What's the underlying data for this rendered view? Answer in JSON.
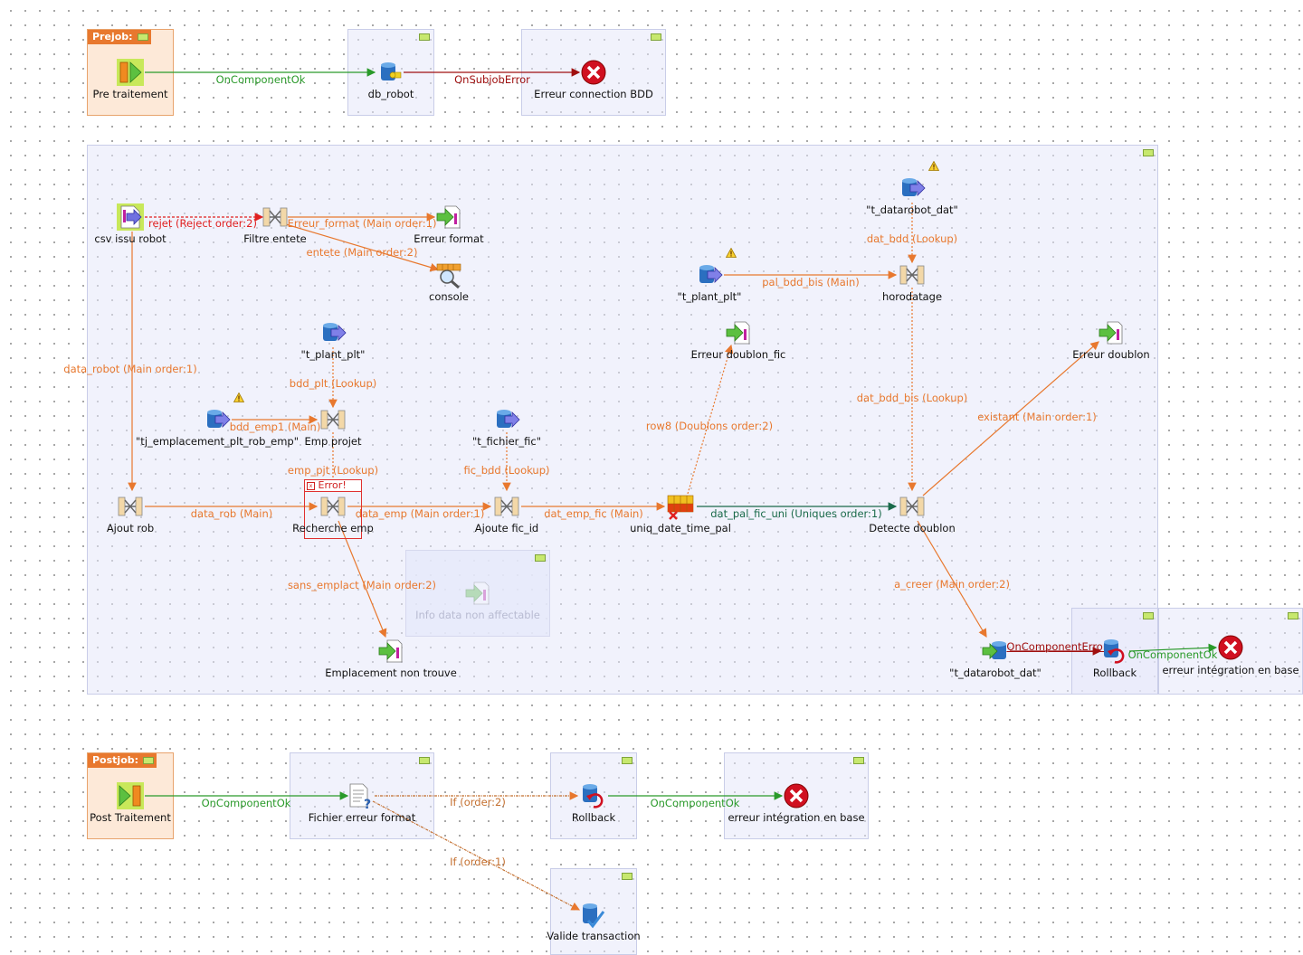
{
  "subjobs": {
    "prejob_title": "Prejob:",
    "postjob_title": "Postjob:"
  },
  "components": {
    "pre_traitement": "Pre traitement",
    "db_robot": "db_robot",
    "erreur_connection_bdd": "Erreur connection BDD",
    "csv_issu_robot": "csv issu robot",
    "filtre_entete": "Filtre entete",
    "erreur_format": "Erreur format",
    "console": "console",
    "t_datarobot_dat_top": "\"t_datarobot_dat\"",
    "t_plant_plt_right": "\"t_plant_plt\"",
    "horodatage": "horodatage",
    "erreur_doublon_fic": "Erreur doublon_fic",
    "erreur_doublon": "Erreur doublon",
    "t_plant_plt_left": "\"t_plant_plt\"",
    "tj_emplacement": "\"tj_emplacement_plt_rob_emp\"",
    "emp_projet": "Emp projet",
    "t_fichier_fic": "\"t_fichier_fic\"",
    "ajout_rob": "Ajout rob",
    "recherche_emp": "Recherche emp",
    "ajoute_fic_id": "Ajoute fic_id",
    "uniq_date_time_pal": "uniq_date_time_pal",
    "detecte_doublon": "Detecte doublon",
    "info_data_non_affectable": "Info data non affectable",
    "emplacement_non_trouve": "Emplacement non trouve",
    "t_datarobot_dat_bottom": "\"t_datarobot_dat\"",
    "rollback_main": "Rollback",
    "erreur_integration_main": "erreur intégration en base",
    "post_traitement": "Post Traitement",
    "fichier_erreur_format": "Fichier erreur format",
    "rollback_post": "Rollback",
    "erreur_integration_post": "erreur intégration en base",
    "valide_transaction": "Valide transaction"
  },
  "links": {
    "pre_ok": "OnComponentOk",
    "db_error": "OnSubjobError",
    "rejet": "rejet (Reject order:2)",
    "erreur_format_main": "Erreur_format (Main order:1)",
    "entete_main": "entete (Main order:2)",
    "data_robot": "data_robot (Main order:1)",
    "dat_bdd": "dat_bdd (Lookup)",
    "pal_bdd_bis": "pal_bdd_bis (Main)",
    "dat_bdd_bis": "dat_bdd_bis (Lookup)",
    "bdd_plt": "bdd_plt (Lookup)",
    "bdd_emp1": "bdd_emp1 (Main)",
    "row8": "row8 (Doublons order:2)",
    "existant": "existant (Main order:1)",
    "emp_pjt": "emp_pjt (Lookup)",
    "fic_bdd": "fic_bdd (Lookup)",
    "data_rob": "data_rob (Main)",
    "data_emp": "data_emp (Main order:1)",
    "dat_emp_fic": "dat_emp_fic (Main)",
    "dat_pal_fic_uni": "dat_pal_fic_uni (Uniques order:1)",
    "sans_emplact": "sans_emplact (Main order:2)",
    "a_creer": "a_creer (Main order:2)",
    "on_component_error": "OnComponentError",
    "rollback_ok": "OnComponentOk",
    "post_ok": "OnComponentOk",
    "if_order2": "If (order:2)",
    "if_order1": "If (order:1)",
    "post_rollback_ok": "OnComponentOk"
  },
  "error_badge": "Error!",
  "colors": {
    "main_flow": "#e8782e",
    "ok_trigger": "#2a9a2a",
    "error_trigger": "#a01010",
    "reject": "#e02020",
    "uniques": "#1a6a4a",
    "subjob_fill": "#e6e8fa",
    "prejob_fill": "#fde9d8"
  }
}
